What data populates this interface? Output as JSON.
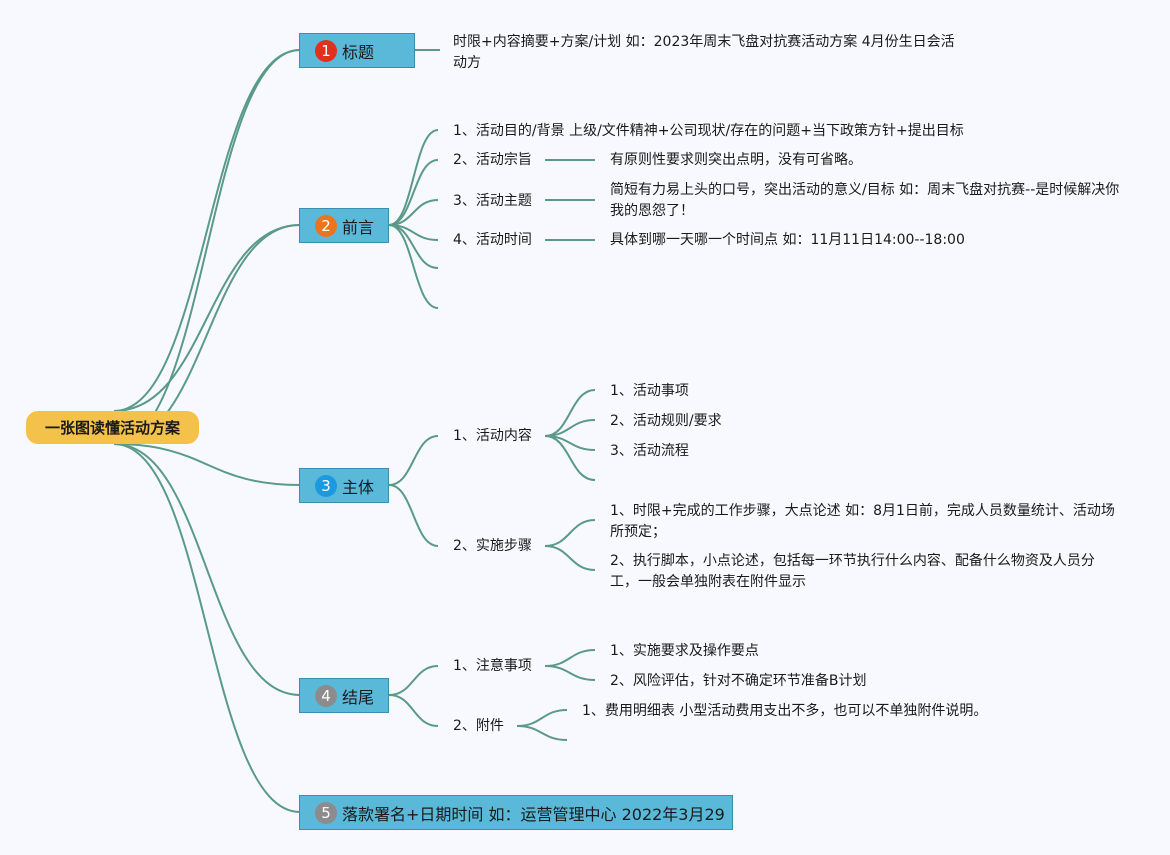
{
  "root": "一张图读懂活动方案",
  "colors": {
    "line": "#5a9a88",
    "root_fill": "#f4c24a",
    "branch_fill": "#5ab8d9",
    "badge_1": "#e0301e",
    "badge_2": "#e8761e",
    "badge_3": "#1b9ae0",
    "badge_4": "#8c8c8c",
    "badge_5": "#8c8c8c"
  },
  "b1": {
    "num": "1",
    "label": "标题",
    "detail": "时限+内容摘要+方案/计划 如：2023年周末飞盘对抗赛活动方案 4月份生日会活动方"
  },
  "b2": {
    "num": "2",
    "label": "前言",
    "items": [
      {
        "label": "1、活动目的/背景 上级/文件精神+公司现状/存在的问题+当下政策方针+提出目标"
      },
      {
        "label": "2、活动宗旨",
        "detail": "有原则性要求则突出点明，没有可省略。"
      },
      {
        "label": "3、活动主题",
        "detail": "简短有力易上头的口号，突出活动的意义/目标 如：周末飞盘对抗赛--是时候解决你我的恩怨了！"
      },
      {
        "label": "4、活动时间",
        "detail": "具体到哪一天哪一个时间点 如：11月11日14:00--18:00"
      }
    ]
  },
  "b3": {
    "num": "3",
    "label": "主体",
    "content": {
      "label": "1、活动内容",
      "items": [
        "1、活动事项",
        "2、活动规则/要求",
        "3、活动流程"
      ]
    },
    "steps": {
      "label": "2、实施步骤",
      "items": [
        "1、时限+完成的工作步骤，大点论述 如：8月1日前，完成人员数量统计、活动场所预定；",
        "2、执行脚本，小点论述，包括每一环节执行什么内容、配备什么物资及人员分工，一般会单独附表在附件显示"
      ]
    }
  },
  "b4": {
    "num": "4",
    "label": "结尾",
    "notes": {
      "label": "1、注意事项",
      "items": [
        "1、实施要求及操作要点",
        "2、风险评估，针对不确定环节准备B计划"
      ]
    },
    "attach": {
      "label": "2、附件",
      "items": [
        "1、费用明细表 小型活动费用支出不多，也可以不单独附件说明。"
      ]
    }
  },
  "b5": {
    "num": "5",
    "label": "落款署名+日期时间 如：运营管理中心 2022年3月29"
  }
}
